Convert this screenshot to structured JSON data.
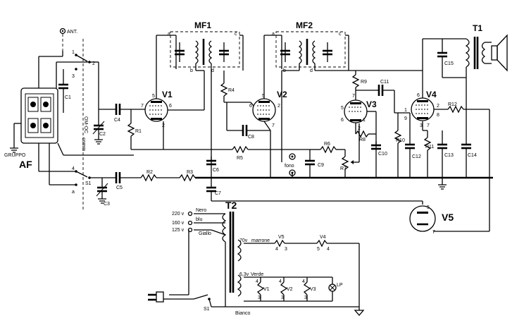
{
  "labels": {
    "ant": "ANT.",
    "gruppo": "GRUPPO",
    "af": "AF",
    "om_oc": "OM-OC",
    "comm": "comm",
    "mf1": "MF1",
    "mf2": "MF2",
    "v1": "V1",
    "v2": "V2",
    "v3": "V3",
    "v4": "V4",
    "v5": "V5",
    "t1": "T1",
    "t2": "T2",
    "c1": "C1",
    "c2": "C2",
    "c3": "C3",
    "c4": "C4",
    "c5": "C5",
    "c6": "C6",
    "c7": "C7",
    "c8": "C8",
    "c9": "C9",
    "c10": "C10",
    "c11": "C11",
    "c12": "C12",
    "c13": "C13",
    "c14": "C14",
    "c15": "C15",
    "r1": "R1",
    "r2": "R2",
    "r3": "R3",
    "r4": "R4",
    "r5": "R5",
    "r6": "R6",
    "r7": "R7",
    "r8": "R8",
    "r9": "R9",
    "r10": "R10",
    "r11": "R11",
    "r12": "R12",
    "fono": "fono",
    "s1": "S1",
    "v220": "220 v",
    "v160": "160 v",
    "v125": "125 v",
    "nero": "Nero",
    "blu": "blu",
    "giallo": "Giallo",
    "w70": "70v",
    "marrone": "marrone",
    "w63": "6,3v",
    "verde": "Verde",
    "bianco": "Bianco",
    "lp": "LP",
    "pin_a": "a",
    "pin_b": "b",
    "pin_c": "c",
    "pin_d": "d",
    "n1": "1",
    "n2": "2",
    "n3": "3",
    "n4": "4",
    "n5": "5",
    "n6": "6",
    "n7": "7",
    "n8": "8",
    "n9": "9"
  }
}
